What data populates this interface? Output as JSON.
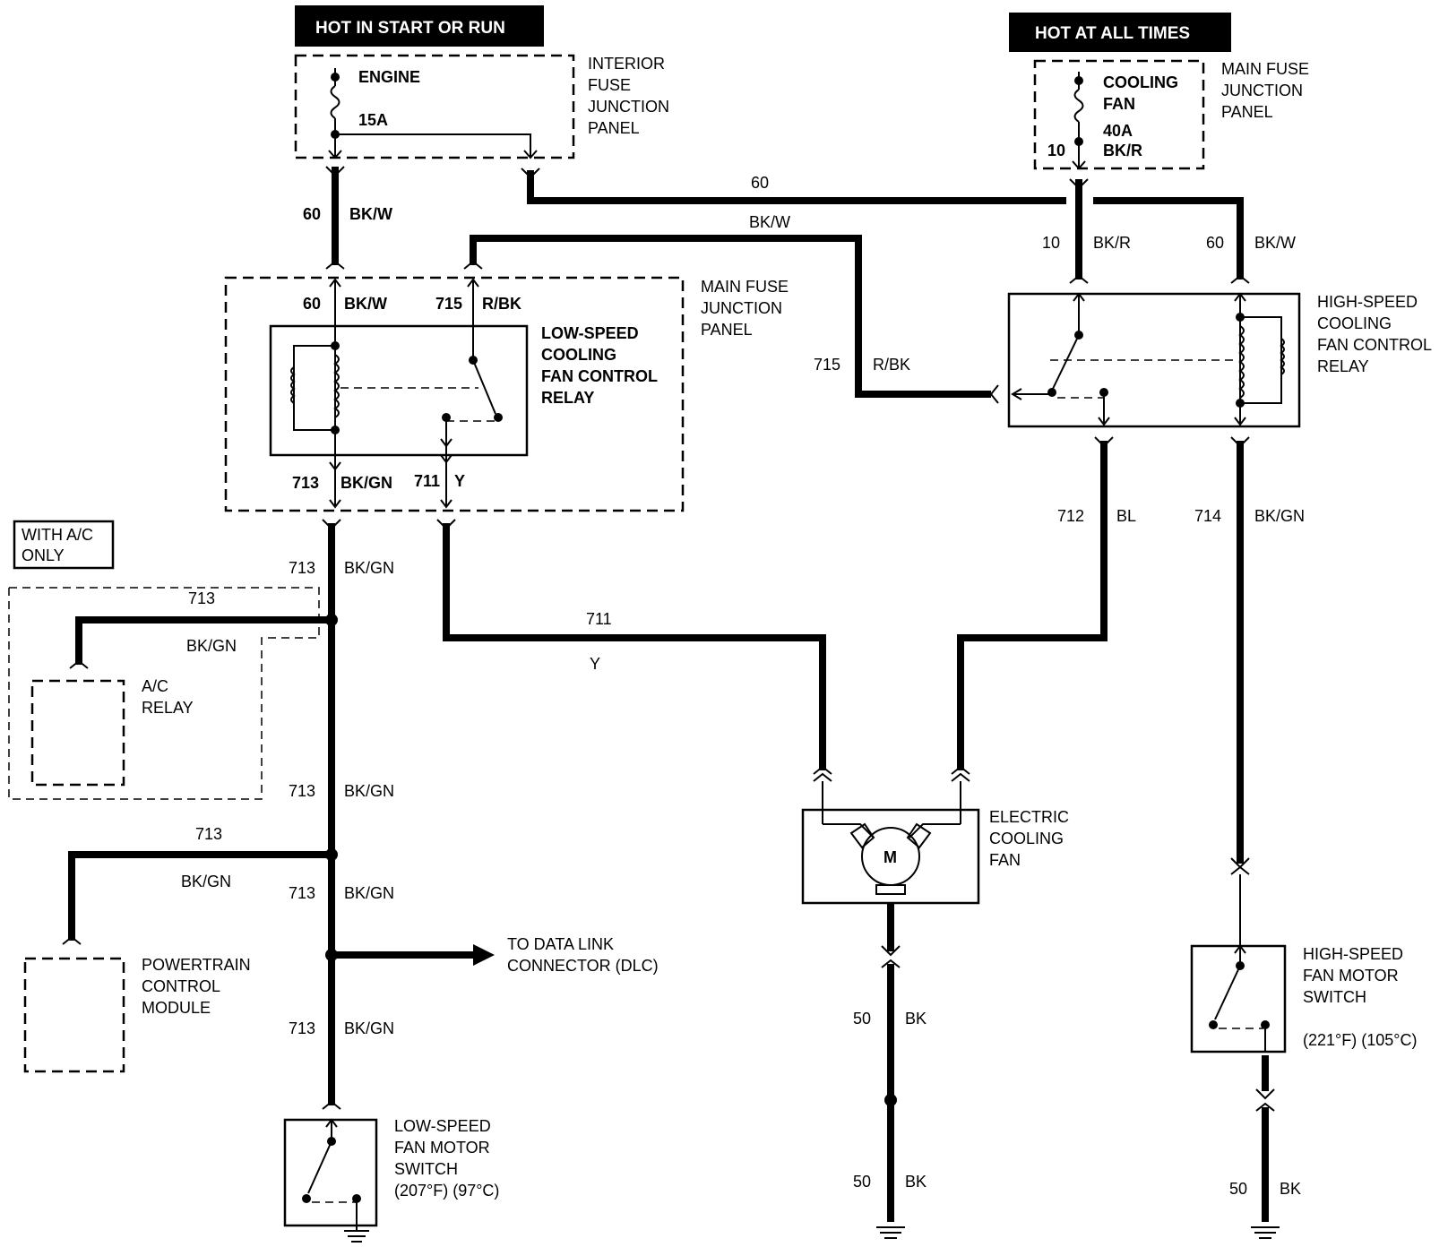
{
  "headers": {
    "hot_start_run": "HOT IN START OR RUN",
    "hot_all_times": "HOT AT ALL TIMES"
  },
  "interior_fuse": {
    "fuse_name": "ENGINE",
    "fuse_rating": "15A",
    "panel_label": [
      "INTERIOR",
      "FUSE",
      "JUNCTION",
      "PANEL"
    ]
  },
  "main_fuse_top": {
    "fuse_name": [
      "COOLING",
      "FAN"
    ],
    "fuse_rating": "40A",
    "circuit": "10",
    "color": "BK/R",
    "panel_label": [
      "MAIN FUSE",
      "JUNCTION",
      "PANEL"
    ]
  },
  "main_fuse_left": {
    "panel_label": [
      "MAIN FUSE",
      "JUNCTION",
      "PANEL"
    ]
  },
  "low_speed_relay": {
    "label": [
      "LOW-SPEED",
      "COOLING",
      "FAN CONTROL",
      "RELAY"
    ],
    "in_circuit_a": "60",
    "in_color_a": "BK/W",
    "in_circuit_b": "715",
    "in_color_b": "R/BK",
    "out_circuit_a": "713",
    "out_color_a": "BK/GN",
    "out_circuit_b": "711",
    "out_color_b": "Y"
  },
  "high_speed_relay": {
    "label": [
      "HIGH-SPEED",
      "COOLING",
      "FAN CONTROL",
      "RELAY"
    ]
  },
  "wires": {
    "w60_left": {
      "circuit": "60",
      "color": "BK/W"
    },
    "w60_top": {
      "circuit": "60"
    },
    "w_bkw_top": {
      "color": "BK/W"
    },
    "w10": {
      "circuit": "10",
      "color": "BK/R"
    },
    "w60_right": {
      "circuit": "60",
      "color": "BK/W"
    },
    "w715": {
      "circuit": "715",
      "color": "R/BK"
    },
    "w712": {
      "circuit": "712",
      "color": "BL"
    },
    "w714": {
      "circuit": "714",
      "color": "BK/GN"
    },
    "w711": {
      "circuit": "711",
      "color": "Y"
    },
    "w713_a": {
      "circuit": "713",
      "color": "BK/GN"
    },
    "w713_ac": {
      "circuit": "713",
      "color": "BK/GN"
    },
    "w713_b": {
      "circuit": "713",
      "color": "BK/GN"
    },
    "w713_pcm": {
      "circuit": "713",
      "color": "BK/GN"
    },
    "w713_c": {
      "circuit": "713",
      "color": "BK/GN"
    },
    "w713_d": {
      "circuit": "713",
      "color": "BK/GN"
    },
    "w50_a": {
      "circuit": "50",
      "color": "BK"
    },
    "w50_b": {
      "circuit": "50",
      "color": "BK"
    },
    "w50_c": {
      "circuit": "50",
      "color": "BK"
    }
  },
  "with_ac": [
    "WITH A/C",
    "ONLY"
  ],
  "ac_relay": [
    "A/C",
    "RELAY"
  ],
  "pcm": [
    "POWERTRAIN",
    "CONTROL",
    "MODULE"
  ],
  "dlc": [
    "TO DATA LINK",
    "CONNECTOR (DLC)"
  ],
  "low_speed_switch": [
    "LOW-SPEED",
    "FAN MOTOR",
    "SWITCH",
    "(207°F) (97°C)"
  ],
  "cooling_fan": {
    "label": [
      "ELECTRIC",
      "COOLING",
      "FAN"
    ],
    "motor": "M"
  },
  "high_speed_switch": [
    "HIGH-SPEED",
    "FAN MOTOR",
    "SWITCH",
    "(221°F) (105°C)"
  ]
}
